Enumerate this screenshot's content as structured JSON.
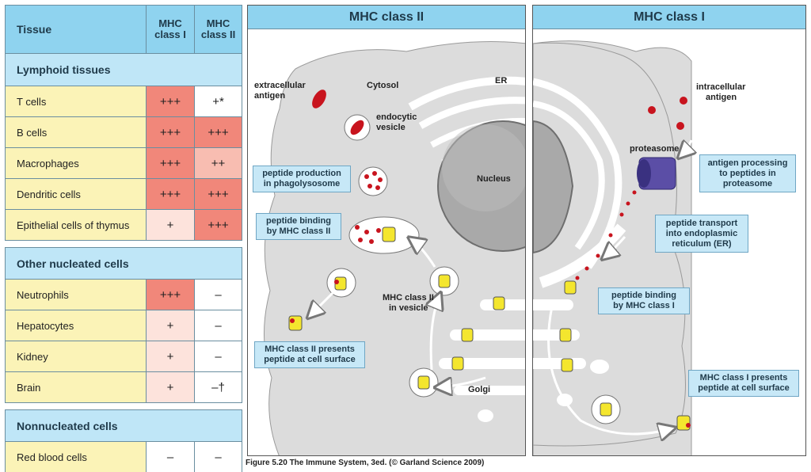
{
  "table": {
    "header": {
      "tissue": "Tissue",
      "mhc1": "MHC class I",
      "mhc2": "MHC class II"
    },
    "sections": [
      {
        "title": "Lymphoid tissues",
        "rows": [
          {
            "tissue": "T cells",
            "mhc1": "+++",
            "mhc2": "+*",
            "level1": 3,
            "level2": 0
          },
          {
            "tissue": "B cells",
            "mhc1": "+++",
            "mhc2": "+++",
            "level1": 3,
            "level2": 3
          },
          {
            "tissue": "Macrophages",
            "mhc1": "+++",
            "mhc2": "++",
            "level1": 3,
            "level2": 2
          },
          {
            "tissue": "Dendritic cells",
            "mhc1": "+++",
            "mhc2": "+++",
            "level1": 3,
            "level2": 3
          },
          {
            "tissue": "Epithelial cells of thymus",
            "mhc1": "+",
            "mhc2": "+++",
            "level1": 1,
            "level2": 3
          }
        ]
      },
      {
        "title": "Other nucleated cells",
        "rows": [
          {
            "tissue": "Neutrophils",
            "mhc1": "+++",
            "mhc2": "–",
            "level1": 3,
            "level2": 0
          },
          {
            "tissue": "Hepatocytes",
            "mhc1": "+",
            "mhc2": "–",
            "level1": 1,
            "level2": 0
          },
          {
            "tissue": "Kidney",
            "mhc1": "+",
            "mhc2": "–",
            "level1": 1,
            "level2": 0
          },
          {
            "tissue": "Brain",
            "mhc1": "+",
            "mhc2": "–†",
            "level1": 1,
            "level2": 0
          }
        ]
      },
      {
        "title": "Nonnucleated cells",
        "rows": [
          {
            "tissue": "Red blood cells",
            "mhc1": "–",
            "mhc2": "–",
            "level1": 0,
            "level2": 0
          }
        ]
      }
    ]
  },
  "panel2": {
    "title": "MHC class II",
    "labels": {
      "extracellular": [
        "extracellular",
        "antigen"
      ],
      "cytosol": "Cytosol",
      "er": "ER",
      "endocytic": [
        "endocytic",
        "vesicle"
      ],
      "nucleus": "Nucleus",
      "vesicle": [
        "MHC class II",
        "in vesicle"
      ],
      "golgi": "Golgi"
    },
    "boxes": {
      "production": [
        "peptide production",
        "in phagolysosome"
      ],
      "binding": [
        "peptide binding",
        "by MHC class II"
      ],
      "presents": [
        "MHC class II presents",
        "peptide at cell surface"
      ]
    }
  },
  "panel1": {
    "title": "MHC class I",
    "labels": {
      "intracellular": [
        "intracellular",
        "antigen"
      ],
      "proteasome": "proteasome"
    },
    "boxes": {
      "processing": [
        "antigen processing",
        "to peptides in",
        "proteasome"
      ],
      "transport": [
        "peptide transport",
        "into endoplasmic",
        "reticulum (ER)"
      ],
      "binding": [
        "peptide binding",
        "by MHC class I"
      ],
      "presents": [
        "MHC class I presents",
        "peptide at cell surface"
      ]
    }
  },
  "caption": "Figure 5.20 The Immune System, 3ed. (© Garland Science 2009)",
  "colors": {
    "header": "#8fd3ef",
    "section": "#bfe6f7",
    "tissue_cell": "#fbf3b7",
    "high": "#f1877a",
    "medium": "#f8bdb1",
    "low": "#fde3dc",
    "cell_body": "#dcdcdc",
    "mhc_molecule": "#f4e62e",
    "antigen": "#c8141e",
    "proteasome": "#5b4ea6"
  }
}
